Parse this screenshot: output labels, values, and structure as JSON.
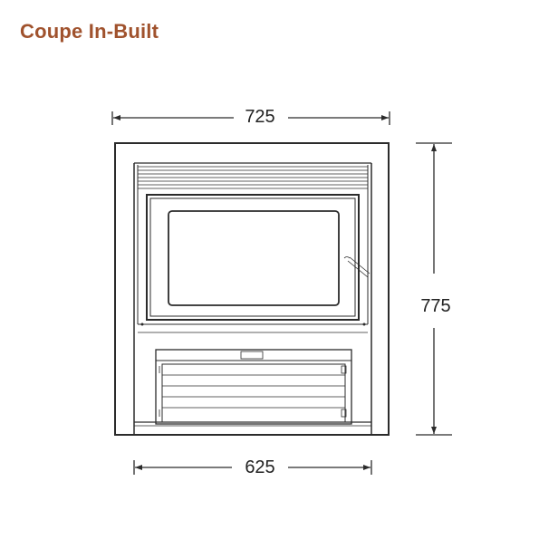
{
  "title": "Coupe In-Built",
  "colors": {
    "title": "#a0522d",
    "line": "#2b2b2b",
    "dim": "#222222"
  },
  "dimensions": {
    "overall_width": "725",
    "overall_height": "775",
    "inner_width": "625"
  }
}
